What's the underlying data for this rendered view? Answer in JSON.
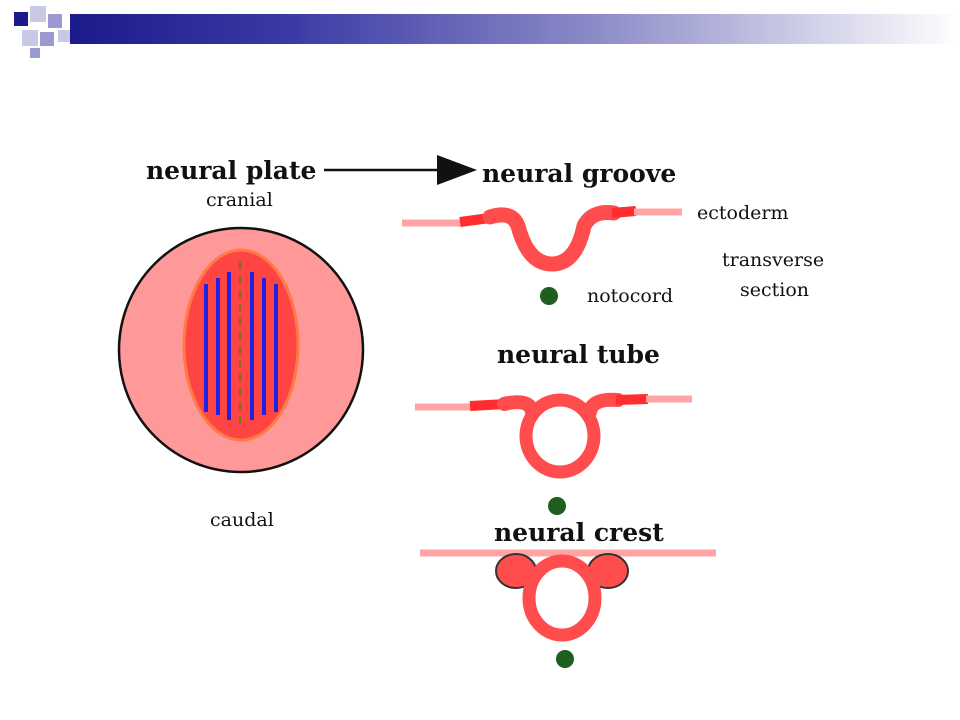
{
  "labels": {
    "neural_plate": "neural plate",
    "neural_groove": "neural groove",
    "cranial": "cranial",
    "caudal": "caudal",
    "ectoderm": "ectoderm",
    "transverse": "transverse",
    "section": "section",
    "notocord": "notocord",
    "neural_tube": "neural tube",
    "neural_crest": "neural crest"
  },
  "colors": {
    "banner_dark": "#1a1a8c",
    "disc_fill": "#ff9999",
    "plate_fill": "#ff4444",
    "tube_red": "#ff4d4d",
    "ectoderm_light": "#ffa3a3",
    "stripe_blue": "#2222dd",
    "notochord_green": "#1e5e1e"
  }
}
